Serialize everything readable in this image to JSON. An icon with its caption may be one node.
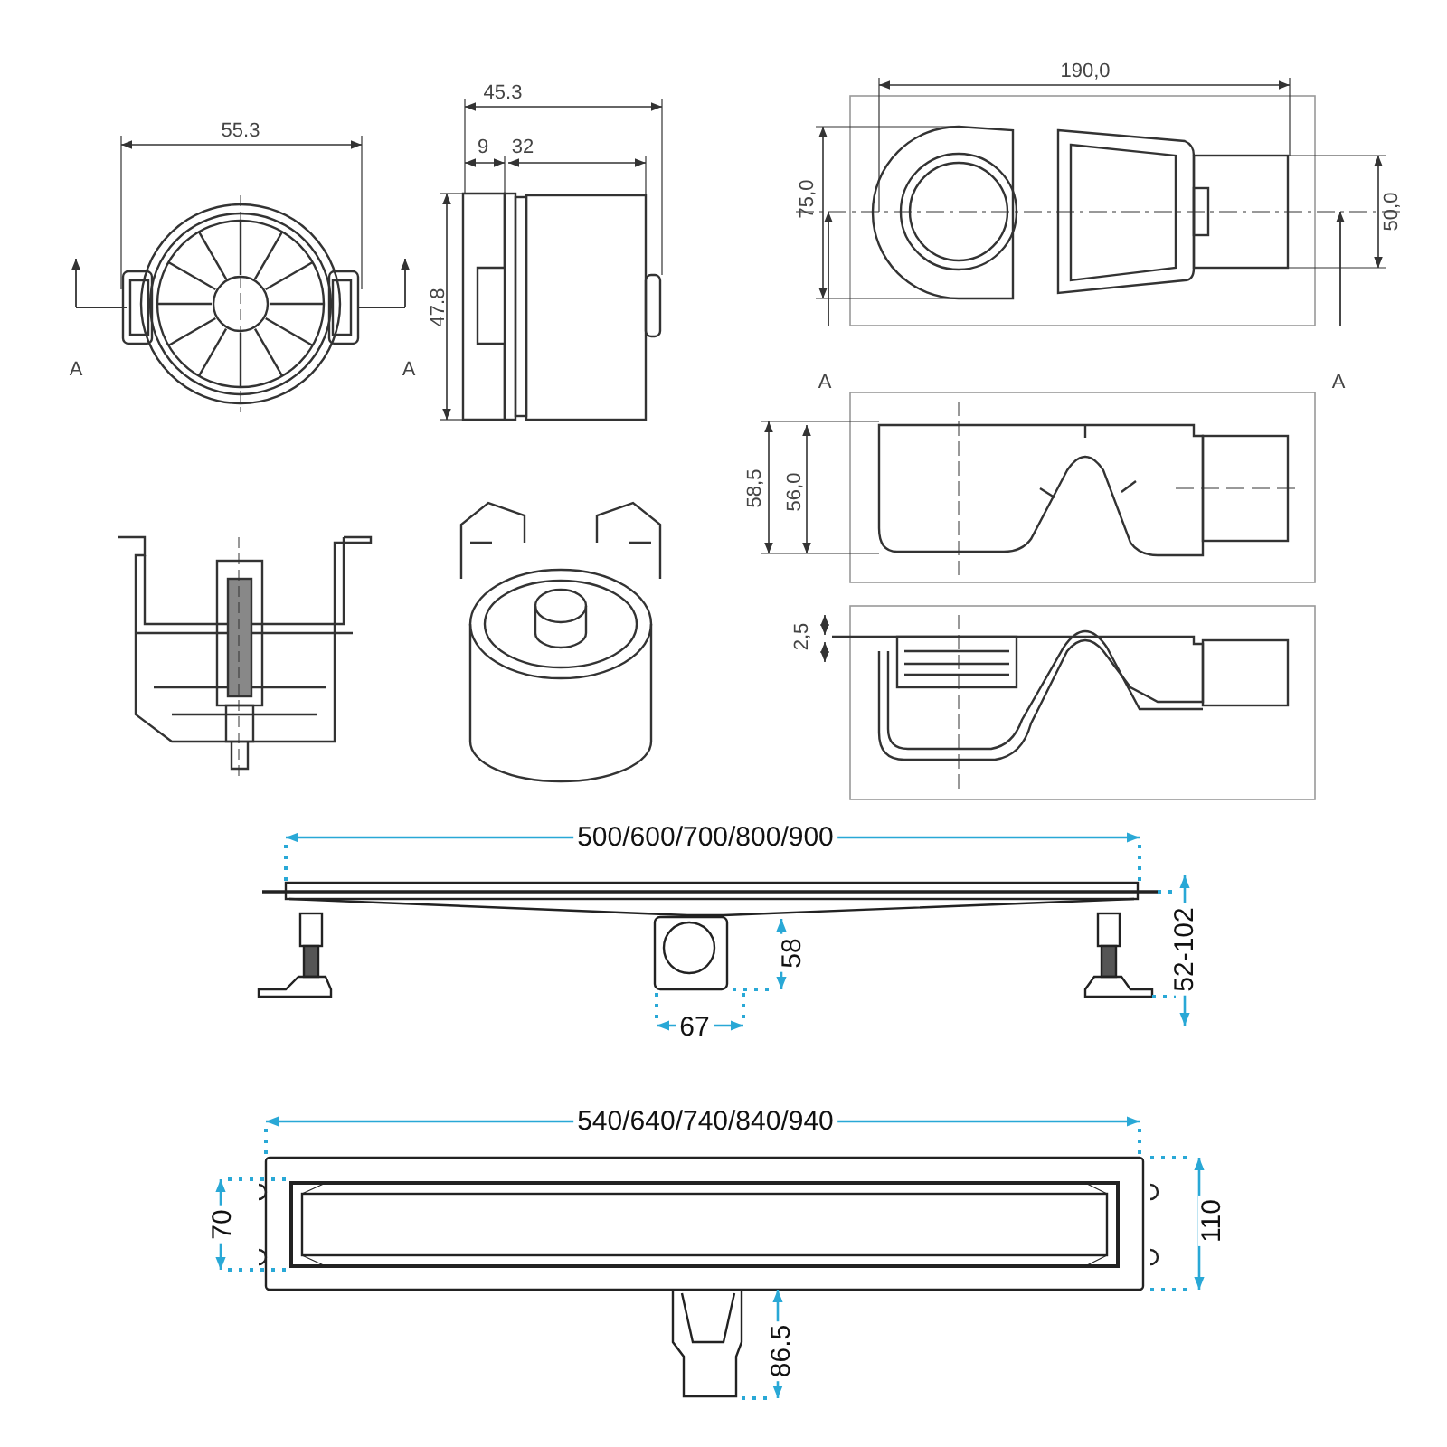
{
  "diagram": {
    "labels": [
      "55.3",
      "45.3",
      "9",
      "32",
      "190,0",
      "75,0",
      "47.8",
      "50,0",
      "A",
      "A",
      "A",
      "A",
      "58,5",
      "56,0",
      "2,5",
      "500/600/700/800/900",
      "58",
      "52-102",
      "67",
      "540/640/740/840/940",
      "70",
      "110",
      "86.5"
    ]
  }
}
